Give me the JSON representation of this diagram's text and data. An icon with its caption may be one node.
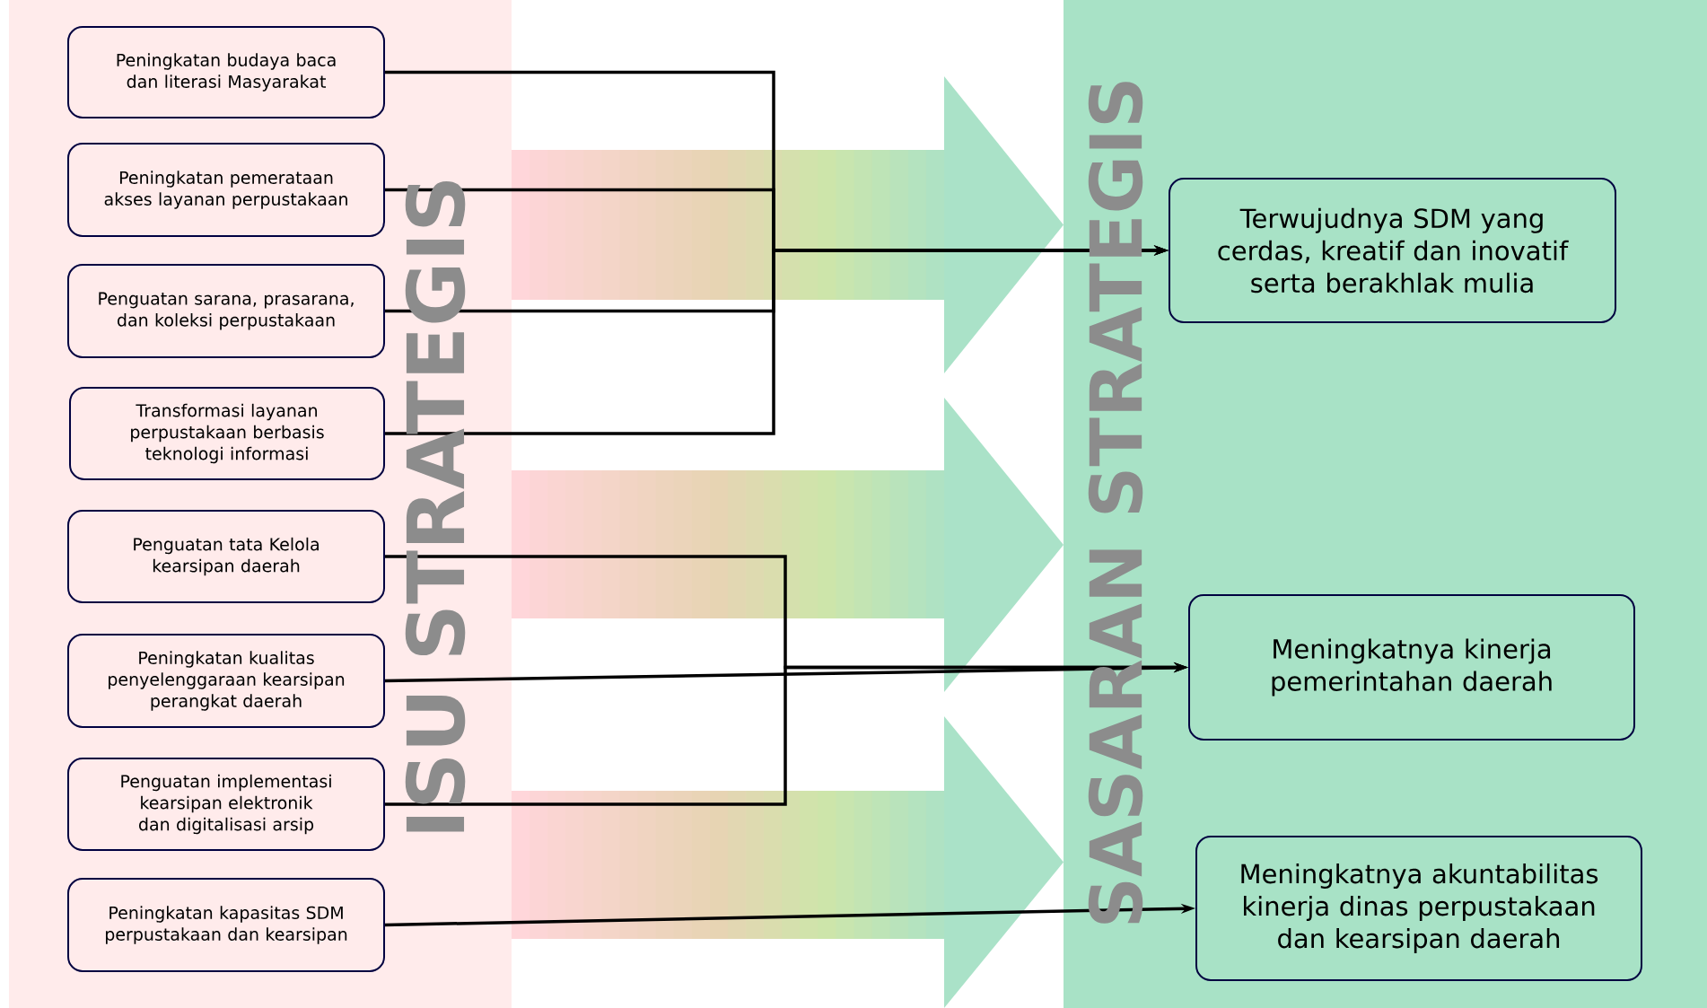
{
  "diagram": {
    "nodes": [
      {
        "text": [
          "Peningkatan budaya baca dan literasi Masyarakat"
        ]
      },
      {
        "text": [
          "Peningkatan pemerataan akses layanan perpustakaan"
        ]
      },
      {
        "text": [
          "Penguatan sarana, prasarana, dan koleksi perpustakaan"
        ]
      },
      {
        "text": [
          "Transformasi layanan perpustakaan berbasis teknologi informasi"
        ]
      },
      {
        "text": [
          "Penguatan tata Kelola kearsipan daerah"
        ]
      },
      {
        "text": [
          "Peningkatan kualitas penyelenggaraan kearsipan perangkat daerah"
        ]
      },
      {
        "text": [
          "Penguatan implementasi kearsipan elektronik dan digitalisasi arsip"
        ]
      },
      {
        "text": [
          "Peningkatan kapasitas SDM perpustakaan dan kearsipan"
        ]
      },
      {
        "text": [
          "Terwujudnya SDM yang cerdas, kreatif dan inovatif serta berakhlak mulia"
        ]
      },
      {
        "text": [
          "Meningkatnya kinerja pemerintahan daerah"
        ]
      },
      {
        "text": [
          "Meningkatnya akuntabilitas kinerja dinas perpustakaan dan kearsipan daerah"
        ]
      }
    ],
    "edges": [
      {
        "from": 0,
        "to": 8,
        "arrow": "to"
      },
      {
        "from": 1,
        "to": 8,
        "arrow": "to"
      },
      {
        "from": 2,
        "to": 8,
        "arrow": "to"
      },
      {
        "from": 3,
        "to": 8,
        "arrow": "to"
      },
      {
        "from": 4,
        "to": 9,
        "arrow": "to"
      },
      {
        "from": 5,
        "to": 9,
        "arrow": "to"
      },
      {
        "from": 6,
        "to": 9,
        "arrow": "to"
      },
      {
        "from": 7,
        "to": 10,
        "arrow": "to"
      }
    ],
    "labels": [
      "ISU STRATEGIS",
      "SASARAN STRATEGIS"
    ]
  }
}
